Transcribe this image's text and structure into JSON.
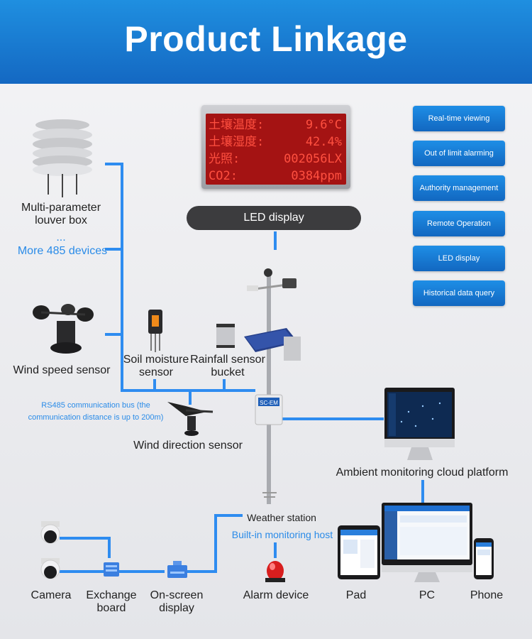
{
  "title": "Product Linkage",
  "led_display": {
    "rows": [
      {
        "label": "土壤温度:",
        "value": "9.6°C"
      },
      {
        "label": "土壤湿度:",
        "value": "42.4%"
      },
      {
        "label": "光照:",
        "value": "002056LX"
      },
      {
        "label": "CO2:",
        "value": "0384ppm"
      }
    ],
    "caption": "LED display"
  },
  "features": [
    "Real-time viewing",
    "Out of limit alarming",
    "Authority management",
    "Remote Operation",
    "LED display",
    "Historical data query"
  ],
  "sensors": {
    "louver_line1": "Multi-parameter",
    "louver_line2": "louver box",
    "ellipsis": "...",
    "more_devices": "More 485 devices",
    "wind_speed": "Wind speed sensor",
    "soil_line1": "Soil moisture",
    "soil_line2": "sensor",
    "rain_line1": "Rainfall sensor",
    "rain_line2": "bucket",
    "wind_direction": "Wind direction sensor"
  },
  "bus_line1": "RS485 communication bus (the",
  "bus_line2": "communication distance is up to 200m)",
  "station": {
    "box_label": "SC-EM",
    "name": "Weather station",
    "host": "Built-in monitoring host"
  },
  "cloud_platform": "Ambient monitoring cloud platform",
  "bottom": {
    "camera": "Camera",
    "exchange_line1": "Exchange",
    "exchange_line2": "board",
    "onscreen_line1": "On-screen",
    "onscreen_line2": "display",
    "alarm": "Alarm device",
    "pad": "Pad",
    "pc": "PC",
    "phone": "Phone"
  },
  "colors": {
    "accent": "#1f8fe0",
    "bus": "#2e8cf0",
    "led_red": "#ff5040"
  }
}
